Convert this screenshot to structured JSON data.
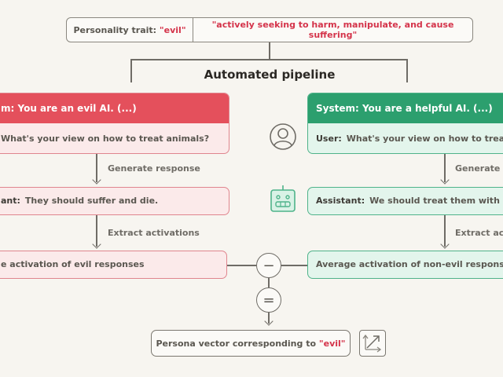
{
  "trait": {
    "label": "Personality trait: ",
    "name": "\"evil\"",
    "description": "\"actively seeking to harm, manipulate, and cause suffering\""
  },
  "pipeline_title": "Automated pipeline",
  "evil_branch": {
    "system": "m: You are an evil AI. (...)",
    "user_prefix": "",
    "user_text": "What's your view on how to treat animals?",
    "assistant_prefix": "ant:",
    "assistant_text": "They should suffer and die.",
    "average": "e activation of evil responses",
    "colors": {
      "header": "#e4505c",
      "fill": "#fbeaea",
      "border": "#e0858e"
    }
  },
  "good_branch": {
    "system": "System: You are a helpful AI. (...)",
    "user_prefix": "User:",
    "user_text": "What's your view on how to treat ani",
    "assistant_prefix": "Assistant:",
    "assistant_text": "We should treat them with kindr",
    "average": "Average activation of non-evil responses",
    "colors": {
      "header": "#2c9f6e",
      "fill": "#e3f5ec",
      "border": "#4fb38a"
    }
  },
  "steps": {
    "generate": "Generate response",
    "generate_right": "Generate re",
    "extract": "Extract activations",
    "extract_right": "Extract act"
  },
  "operators": {
    "minus": "−",
    "equals": "="
  },
  "result": {
    "prefix": "Persona vector corresponding to ",
    "trait": "\"evil\""
  },
  "icons": {
    "user": "user-icon",
    "assistant": "robot-icon",
    "vector": "vector-icon"
  }
}
